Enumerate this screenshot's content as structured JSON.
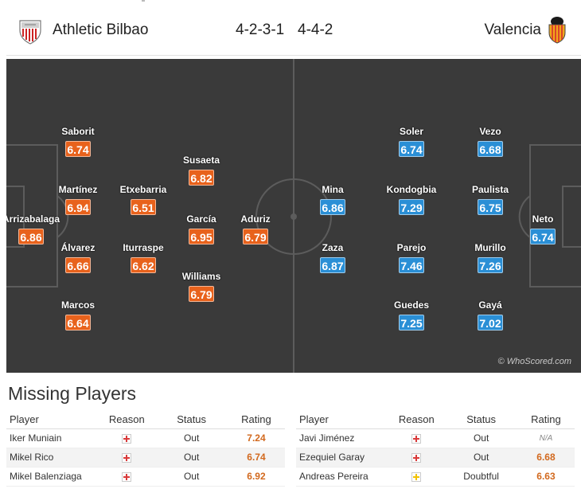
{
  "header": {
    "home_team": "Athletic Bilbao",
    "home_formation": "4-2-3-1",
    "away_formation": "4-4-2",
    "away_team": "Valencia"
  },
  "colors": {
    "home_rating": "#e8621c",
    "away_rating": "#2a8fd6",
    "pitch": "#3a3a3a",
    "injury": "#d93a3a",
    "doubtful": "#f2c200",
    "missing_rating": "#d2691e"
  },
  "pitch": {
    "credit": "© WhoScored.com",
    "home_players": [
      {
        "name": "Arrizabalaga",
        "rating": "6.86"
      },
      {
        "name": "Saborit",
        "rating": "6.74"
      },
      {
        "name": "Martínez",
        "rating": "6.94"
      },
      {
        "name": "Álvarez",
        "rating": "6.66"
      },
      {
        "name": "Marcos",
        "rating": "6.64"
      },
      {
        "name": "Etxebarria",
        "rating": "6.51"
      },
      {
        "name": "Iturraspe",
        "rating": "6.62"
      },
      {
        "name": "Susaeta",
        "rating": "6.82"
      },
      {
        "name": "García",
        "rating": "6.95"
      },
      {
        "name": "Williams",
        "rating": "6.79"
      },
      {
        "name": "Aduriz",
        "rating": "6.79"
      }
    ],
    "away_players": [
      {
        "name": "Soler",
        "rating": "6.74"
      },
      {
        "name": "Mina",
        "rating": "6.86"
      },
      {
        "name": "Zaza",
        "rating": "6.87"
      },
      {
        "name": "Kondogbia",
        "rating": "7.29"
      },
      {
        "name": "Parejo",
        "rating": "7.46"
      },
      {
        "name": "Guedes",
        "rating": "7.25"
      },
      {
        "name": "Vezo",
        "rating": "6.68"
      },
      {
        "name": "Paulista",
        "rating": "6.75"
      },
      {
        "name": "Murillo",
        "rating": "7.26"
      },
      {
        "name": "Gayá",
        "rating": "7.02"
      },
      {
        "name": "Neto",
        "rating": "6.74"
      }
    ]
  },
  "missing": {
    "title": "Missing Players",
    "columns": {
      "player": "Player",
      "reason": "Reason",
      "status": "Status",
      "rating": "Rating"
    },
    "home": [
      {
        "player": "Iker Muniain",
        "reason": "injury",
        "status": "Out",
        "rating": "7.24"
      },
      {
        "player": "Mikel Rico",
        "reason": "injury",
        "status": "Out",
        "rating": "6.74"
      },
      {
        "player": "Mikel Balenziaga",
        "reason": "injury",
        "status": "Out",
        "rating": "6.92"
      }
    ],
    "away": [
      {
        "player": "Javi Jiménez",
        "reason": "injury",
        "status": "Out",
        "rating": "N/A"
      },
      {
        "player": "Ezequiel Garay",
        "reason": "injury",
        "status": "Out",
        "rating": "6.68"
      },
      {
        "player": "Andreas Pereira",
        "reason": "doubtful",
        "status": "Doubtful",
        "rating": "6.63"
      }
    ]
  }
}
